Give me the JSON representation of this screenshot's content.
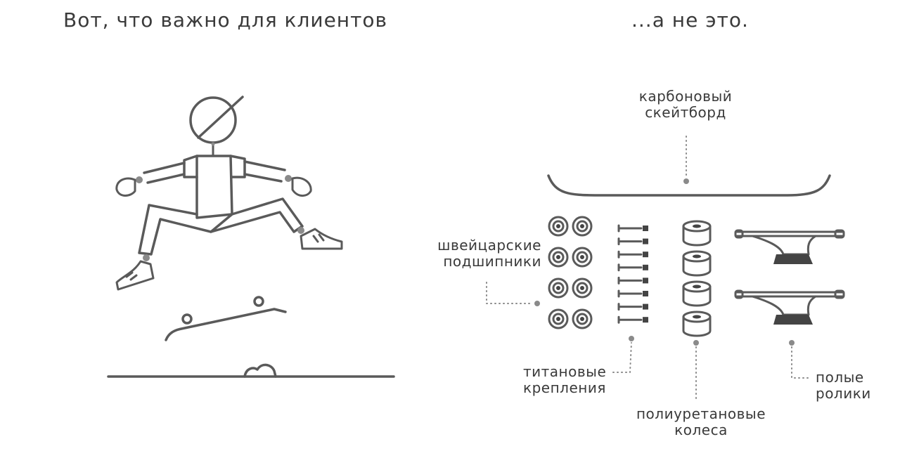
{
  "left": {
    "heading": "Вот, что важно для клиентов"
  },
  "right": {
    "heading": "...а не это.",
    "labels": {
      "deck": [
        "карбоновый",
        "скейтборд"
      ],
      "bearings": [
        "швейцарские",
        "подшипники"
      ],
      "mounts": [
        "титановые",
        "крепления"
      ],
      "wheels": [
        "полиуретановые",
        "колеса"
      ],
      "trucks": [
        "полые",
        "ролики"
      ]
    }
  }
}
